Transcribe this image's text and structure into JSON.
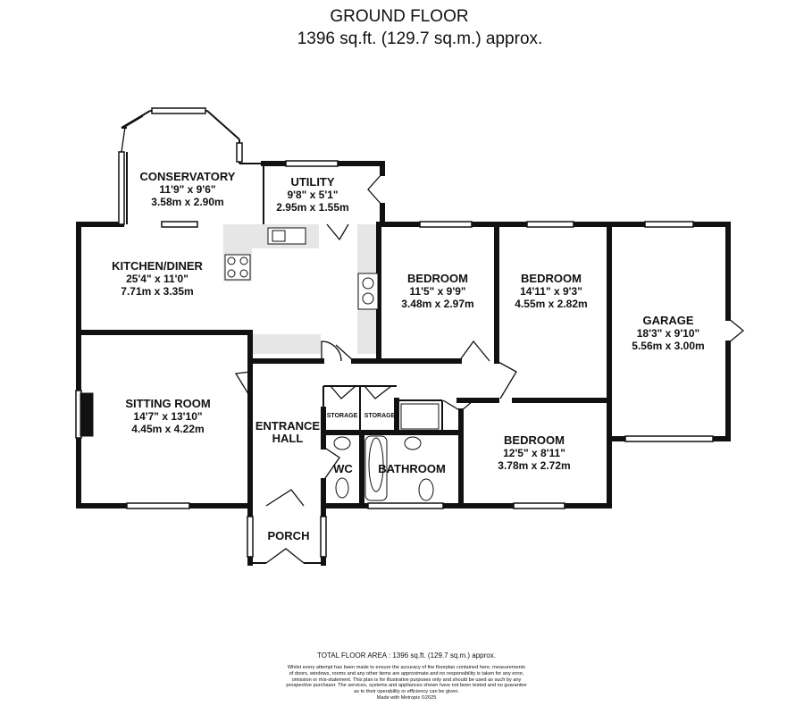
{
  "header": {
    "floor": "GROUND FLOOR",
    "area": "1396 sq.ft. (129.7 sq.m.) approx."
  },
  "rooms": {
    "conservatory": {
      "name": "CONSERVATORY",
      "imperial": "11'9\"  x 9'6\"",
      "metric": "3.58m  x 2.90m"
    },
    "utility": {
      "name": "UTILITY",
      "imperial": "9'8\"  x 5'1\"",
      "metric": "2.95m  x 1.55m"
    },
    "kitchen": {
      "name": "KITCHEN/DINER",
      "imperial": "25'4\"  x 11'0\"",
      "metric": "7.71m  x 3.35m"
    },
    "bedroom1": {
      "name": "BEDROOM",
      "imperial": "11'5\"  x 9'9\"",
      "metric": "3.48m  x 2.97m"
    },
    "bedroom2": {
      "name": "BEDROOM",
      "imperial": "14'11\"  x 9'3\"",
      "metric": "4.55m  x 2.82m"
    },
    "garage": {
      "name": "GARAGE",
      "imperial": "18'3\"  x 9'10\"",
      "metric": "5.56m  x 3.00m"
    },
    "sitting": {
      "name": "SITTING ROOM",
      "imperial": "14'7\"  x 13'10\"",
      "metric": "4.45m  x 4.22m"
    },
    "hall": {
      "line1": "ENTRANCE",
      "line2": "HALL"
    },
    "storage1": "STORAGE",
    "storage2": "STORAGE",
    "wc": "WC",
    "bathroom": "BATHROOM",
    "bedroom3": {
      "name": "BEDROOM",
      "imperial": "12'5\"  x 8'11\"",
      "metric": "3.78m  x 2.72m"
    },
    "porch": "PORCH"
  },
  "footer": {
    "total": "TOTAL FLOOR AREA : 1396 sq.ft. (129.7 sq.m.) approx.",
    "disclaimer": [
      "Whilst every attempt has been made to ensure the accuracy of the floorplan contained here, measurements",
      "of doors, windows, rooms and any other items are approximate and no responsibility is taken for any error,",
      "omission or mis-statement. This plan is for illustrative purposes only and should be used as such by any",
      "prospective purchaser. The services, systems and appliances shown have not been tested and no guarantee",
      "as to their operability or efficiency can be given.",
      "Made with Metropix ©2025"
    ]
  }
}
